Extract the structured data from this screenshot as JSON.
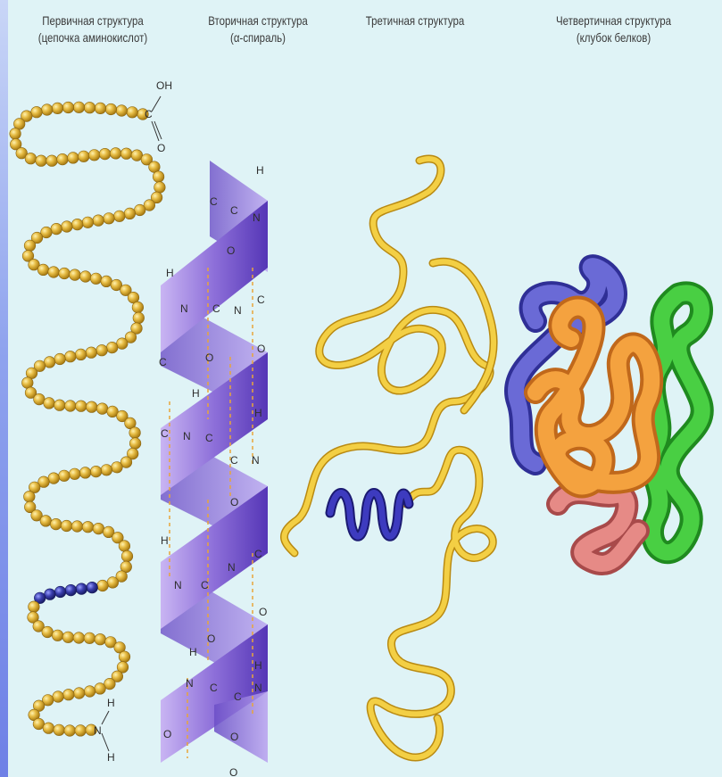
{
  "panels": [
    {
      "title_line1": "Первичная структура",
      "title_line2": "(цепочка аминокислот)"
    },
    {
      "title_line1": "Вторичная структура",
      "title_line2": "(α-спираль)"
    },
    {
      "title_line1": "Третичная структура",
      "title_line2": ""
    },
    {
      "title_line1": "Четвертичная структура",
      "title_line2": "(клубок белков)"
    }
  ],
  "chem_labels": {
    "oh": "OH",
    "c": "C",
    "o": "O",
    "n": "N",
    "h": "H"
  },
  "colors": {
    "background": "#dff3f6",
    "bead_gold": "#e0b43a",
    "bead_blue": "#3b3fae",
    "helix_purple": "#8c6fd6",
    "ribbon_gold": "#f1cc3e",
    "ribbon_blue": "#2c2aa0",
    "sub_blue": "#5b5cc8",
    "sub_orange": "#f2a13b",
    "sub_green": "#3ec23c",
    "sub_red": "#de7d7d"
  }
}
